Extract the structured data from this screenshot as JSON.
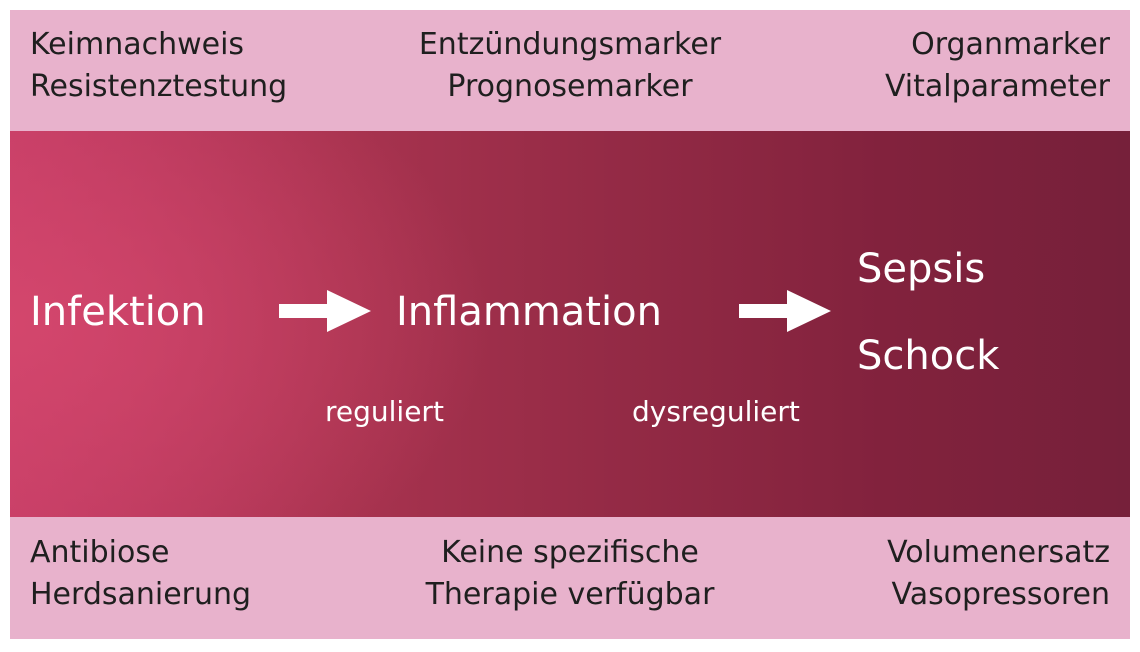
{
  "diagram": {
    "top_band": {
      "left": [
        "Keimnachweis",
        "Resistenztestung"
      ],
      "center": [
        "Entzündungsmarker",
        "Prognosemarker"
      ],
      "right": [
        "Organmarker",
        "Vitalparameter"
      ]
    },
    "core": {
      "infektion": "Infektion",
      "inflammation": "Inflammation",
      "sepsis": "Sepsis",
      "schock": "Schock",
      "reguliert": "reguliert",
      "dysreguliert": "dysreguliert"
    },
    "bottom_band": {
      "left": [
        "Antibiose",
        "Herdsanierung"
      ],
      "center": [
        "Keine spezifische",
        "Therapie verfügbar"
      ],
      "right": [
        "Volumenersatz",
        "Vasopressoren"
      ]
    },
    "colors": {
      "band": "#e8b2cc",
      "core_light": "#c53d66",
      "core_dark": "#76203a",
      "arrow": "#ffffff",
      "text_dark": "#1f1f1f",
      "text_light": "#ffffff"
    }
  }
}
